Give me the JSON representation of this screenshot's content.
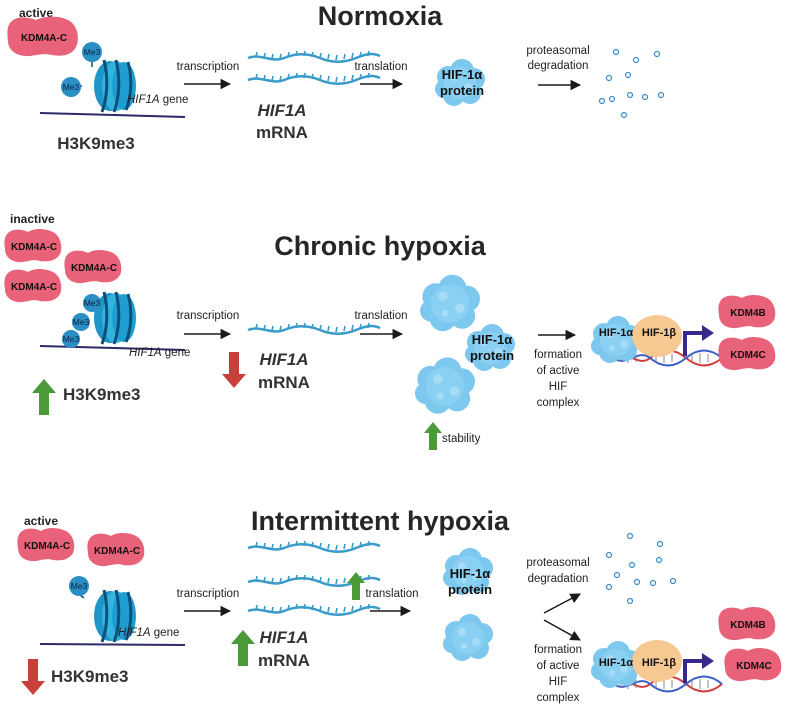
{
  "colors": {
    "kdm": "#e8637a",
    "nucleosome": "#29a8d8",
    "histone_mark": "#2a8fc4",
    "mrna": "#3a9ac8",
    "protein": "#7dc8ee",
    "hif1b": "#f6c993",
    "up_arrow": "#4a9a3a",
    "down_arrow": "#c7403a",
    "gene_line": "#2b2b6b",
    "dna_red": "#d33a3a",
    "dna_blue": "#3a5ec8",
    "promoter_arrow": "#352a8c"
  },
  "icons": [
    "kdm-enzyme",
    "nucleosome",
    "me3-mark",
    "mrna-strand",
    "protein-blob",
    "degradation-dots",
    "dna-helix",
    "promoter-arrow",
    "up-arrow",
    "down-arrow"
  ],
  "normoxia": {
    "title": "Normoxia",
    "state": "active",
    "kdm_labels": [
      "KDM4A-C"
    ],
    "me3_labels": [
      "Me3",
      "Me3"
    ],
    "gene_label_italic": "HIF1A",
    "gene_label_rest": " gene",
    "mark": "H3K9me3",
    "transcription": "transcription",
    "mrna_italic": "HIF1A",
    "mrna": "mRNA",
    "translation": "translation",
    "protein_line1": "HIF-1α",
    "protein_line2": "protein",
    "degradation_line1": "proteasomal",
    "degradation_line2": "degradation"
  },
  "chronic": {
    "title": "Chronic hypoxia",
    "state": "inactive",
    "kdm_labels": [
      "KDM4A-C",
      "KDM4A-C",
      "KDM4A-C"
    ],
    "me3_labels": [
      "Me3",
      "Me3",
      "Me3"
    ],
    "gene_label_italic": "HIF1A",
    "gene_label_rest": " gene",
    "mark": "H3K9me3",
    "mark_change": "up",
    "transcription": "transcription",
    "mrna_italic": "HIF1A",
    "mrna": "mRNA",
    "mrna_change": "down",
    "translation": "translation",
    "protein_line1": "HIF-1α",
    "protein_line2": "protein",
    "stability": "stability",
    "stability_change": "up",
    "formation_lines": [
      "formation",
      "of active",
      "HIF",
      "complex"
    ],
    "hif1a": "HIF-1α",
    "hif1b": "HIF-1β",
    "targets": [
      "KDM4B",
      "KDM4C"
    ]
  },
  "intermittent": {
    "title": "Intermittent hypoxia",
    "state": "active",
    "kdm_labels": [
      "KDM4A-C",
      "KDM4A-C"
    ],
    "me3_labels": [
      "Me3"
    ],
    "gene_label_italic": "HIF1A",
    "gene_label_rest": " gene",
    "mark": "H3K9me3",
    "mark_change": "down",
    "transcription": "transcription",
    "mrna_italic": "HIF1A",
    "mrna": "mRNA",
    "mrna_change": "up",
    "translation": "translation",
    "translation_change": "up",
    "protein_line1": "HIF-1α",
    "protein_line2": "protein",
    "degradation_line1": "proteasomal",
    "degradation_line2": "degradation",
    "formation_lines": [
      "formation",
      "of active",
      "HIF",
      "complex"
    ],
    "hif1a": "HIF-1α",
    "hif1b": "HIF-1β",
    "targets": [
      "KDM4B",
      "KDM4C"
    ]
  }
}
